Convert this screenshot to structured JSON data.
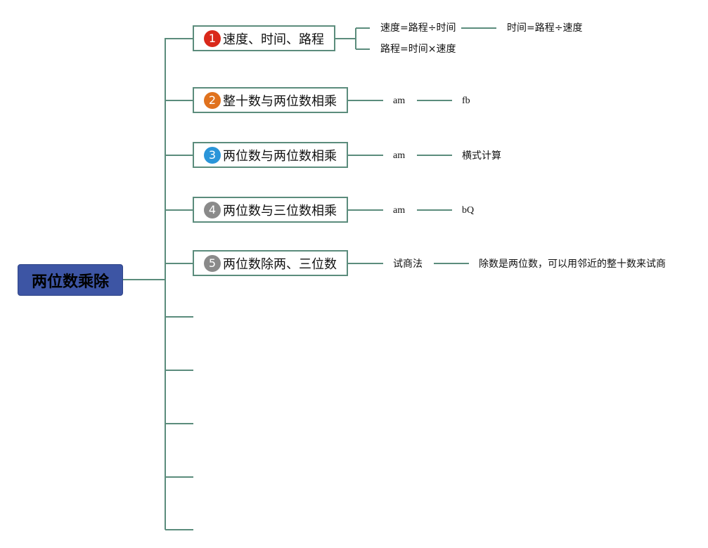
{
  "root": {
    "label": "两位数乘除"
  },
  "branches": [
    {
      "number": "1",
      "label": "速度、时间、路程",
      "badge_color": "#d9281a",
      "children": [
        {
          "label": "速度=路程÷时间",
          "children": [
            {
              "label": "时间=路程÷速度"
            }
          ]
        },
        {
          "label": "路程=时间×速度"
        }
      ]
    },
    {
      "number": "2",
      "label": "整十数与两位数相乘",
      "badge_color": "#e0721e",
      "children": [
        {
          "label": "am",
          "children": [
            {
              "label": "fb"
            }
          ]
        }
      ]
    },
    {
      "number": "3",
      "label": "两位数与两位数相乘",
      "badge_color": "#2a95d9",
      "children": [
        {
          "label": "am",
          "children": [
            {
              "label": "横式计算"
            }
          ]
        }
      ]
    },
    {
      "number": "4",
      "label": "两位数与三位数相乘",
      "badge_color": "#8a8a8a",
      "children": [
        {
          "label": "am",
          "children": [
            {
              "label": "bQ"
            }
          ]
        }
      ]
    },
    {
      "number": "5",
      "label": "两位数除两、三位数",
      "badge_color": "#8a8a8a",
      "children": [
        {
          "label": "试商法",
          "children": [
            {
              "label": "除数是两位数，可以用邻近的整十数来试商"
            }
          ]
        }
      ]
    }
  ],
  "colors": {
    "line": "#5b8c7c",
    "root_fill": "#3d55a4"
  }
}
